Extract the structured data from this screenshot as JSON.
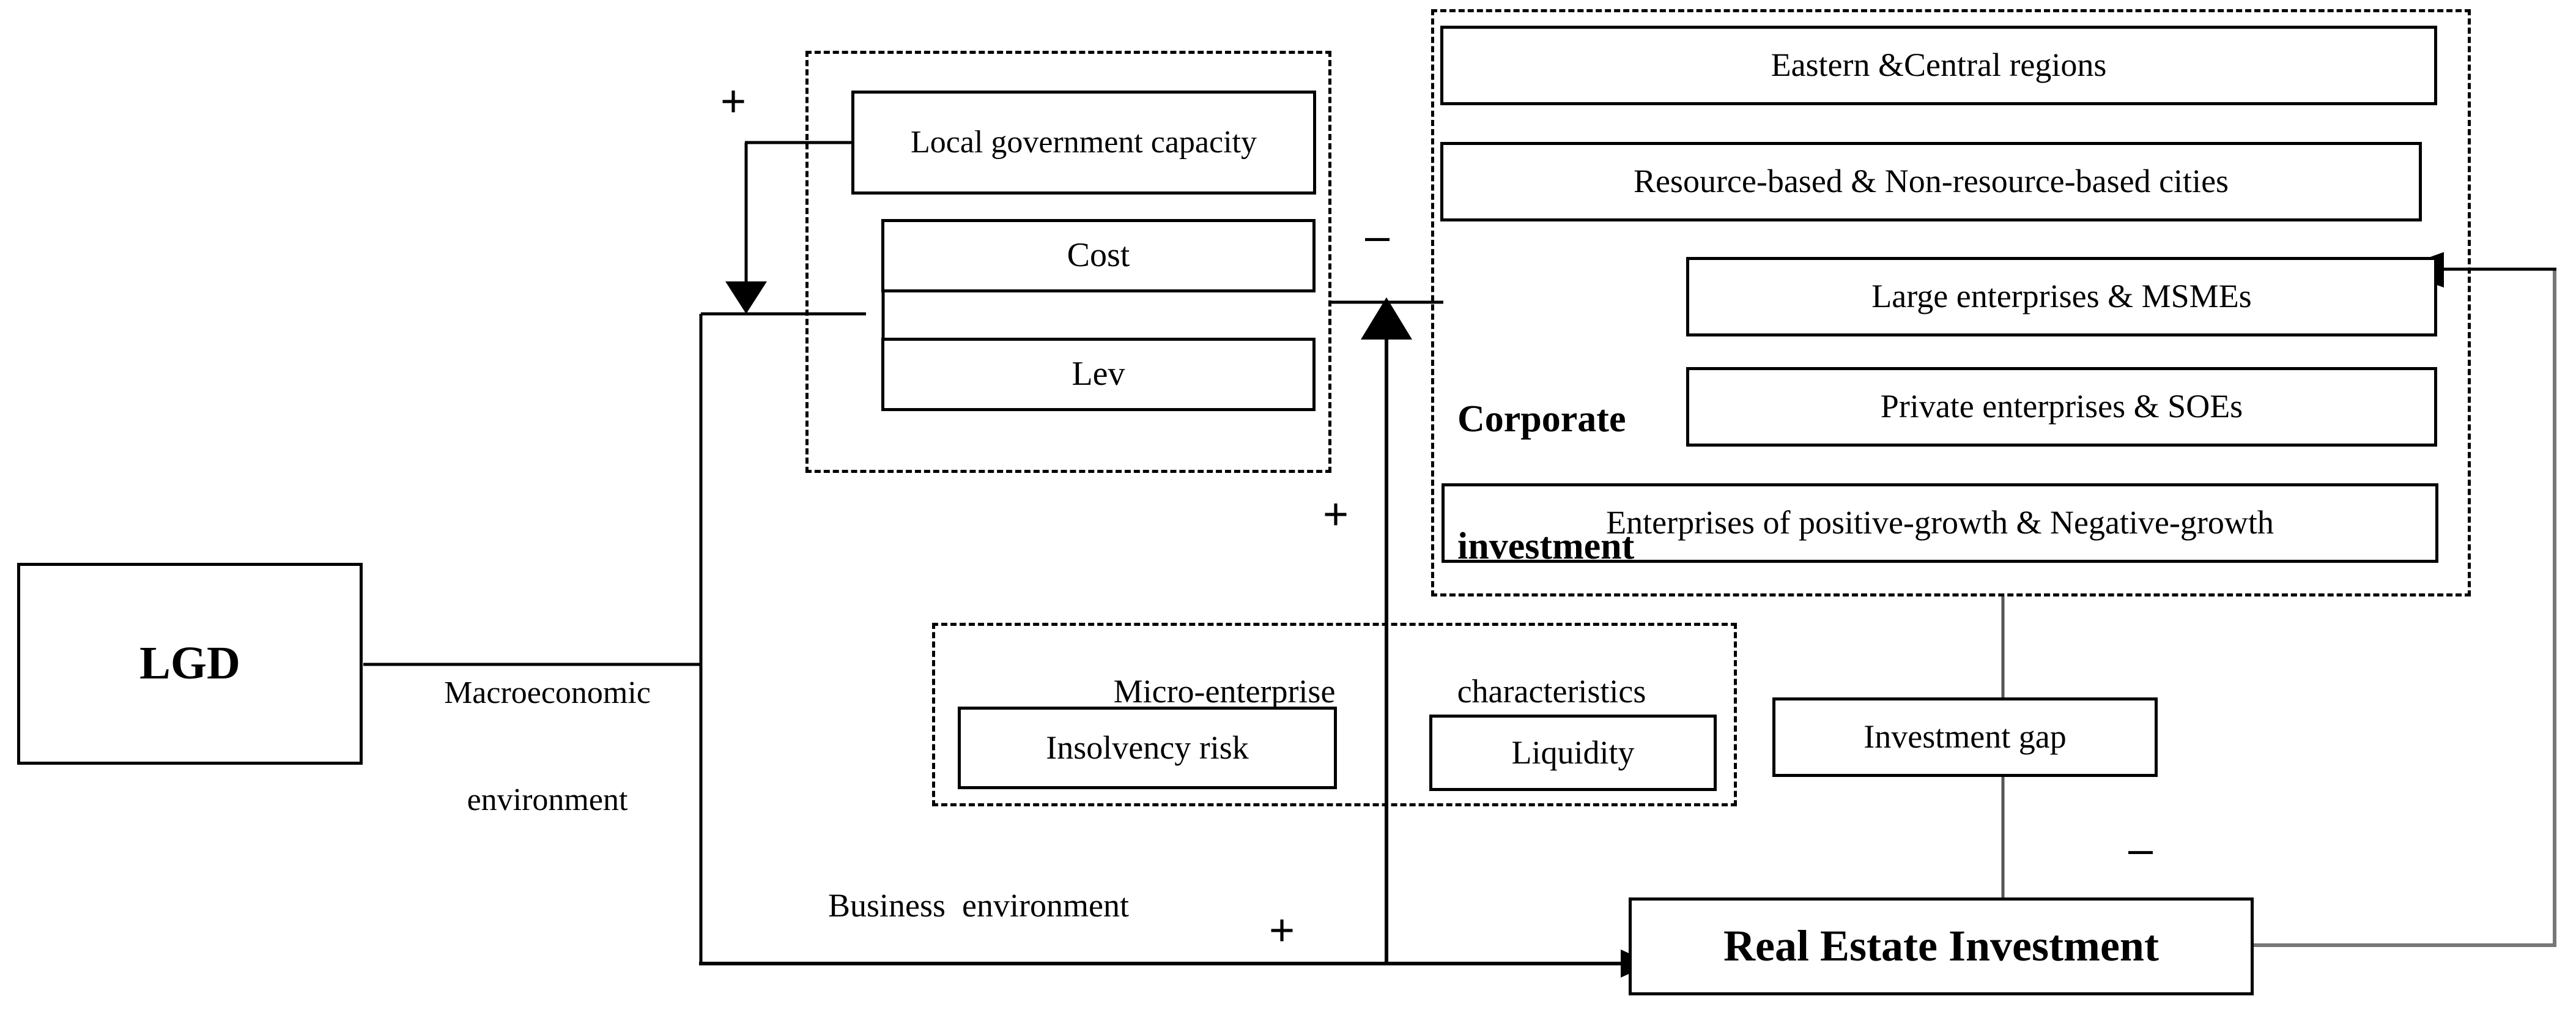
{
  "diagram": {
    "title": "LGD and investment conceptual framework",
    "stroke_color": "#000000",
    "background_color": "#ffffff",
    "nodes": {
      "lgd": "LGD",
      "local_government_capacity": "Local government capacity",
      "cost": "Cost",
      "lev": "Lev",
      "eastern_central_regions": "Eastern &Central regions",
      "resource_based_cities": "Resource-based & Non-resource-based cities",
      "large_enterprises_msmes": "Large enterprises & MSMEs",
      "private_enterprises_soes": "Private enterprises  & SOEs",
      "enterprises_growth": "Enterprises  of positive-growth  & Negative-growth",
      "insolvency_risk": "Insolvency risk",
      "liquidity": "Liquidity",
      "investment_gap": "Investment gap",
      "real_estate_investment": "Real Estate Investment"
    },
    "labels": {
      "macroeconomic_environment_line1": "Macroeconomic",
      "macroeconomic_environment_line2": "environment",
      "business_environment": "Business  environment",
      "micro_enterprise_characteristics_left": "Micro-enterprise",
      "micro_enterprise_characteristics_right": "characteristics",
      "corporate_investment_line1": "Corporate",
      "corporate_investment_line2": "investment"
    },
    "signs": {
      "plus_local_government_capacity": "+",
      "minus_corporate_investment": "–",
      "plus_micro_to_corporate": "+",
      "plus_business_environment": "+",
      "minus_investment_gap": "–"
    }
  }
}
